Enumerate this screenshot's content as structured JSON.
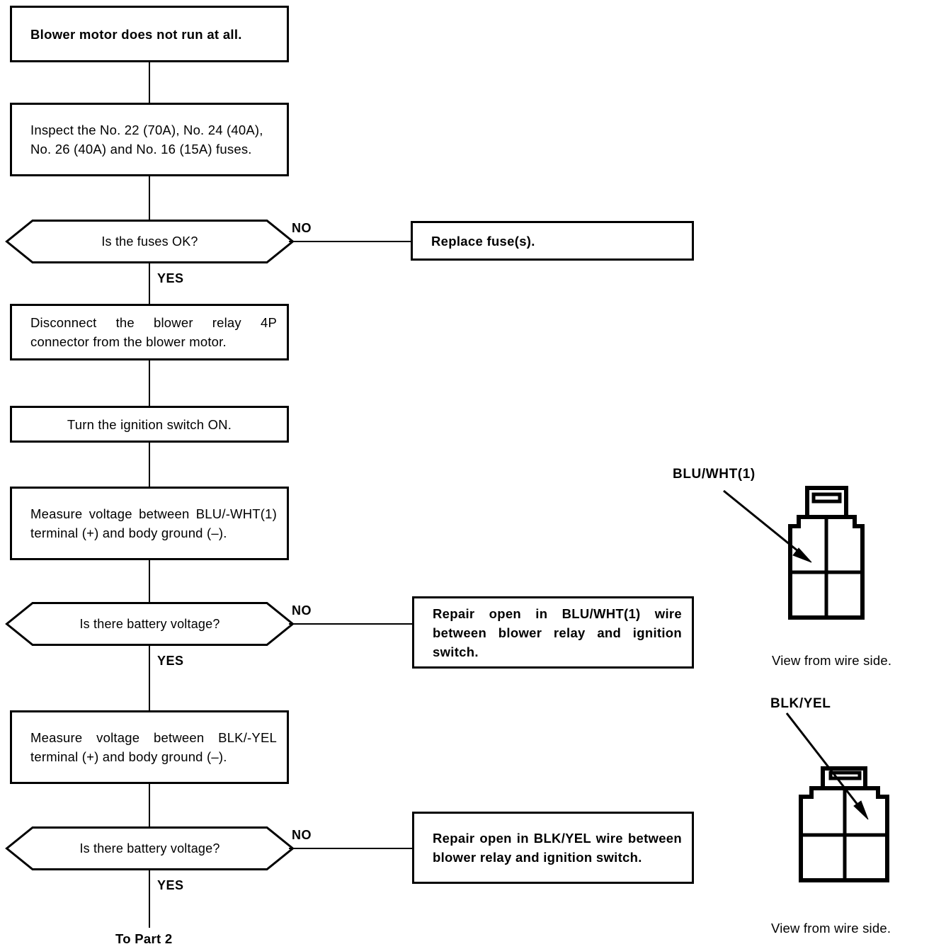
{
  "title": "Blower motor troubleshooting flowchart - Part 1",
  "flow": {
    "start": {
      "label": "Blower motor does not run at all.",
      "name": "symptom-box"
    },
    "steps": [
      {
        "id": "inspect-fuses",
        "label": "Inspect the No. 22 (70A), No. 24 (40A), No. 26 (40A) and No. 16 (15A) fuses."
      },
      {
        "id": "disconnect-connector",
        "label": "Disconnect the blower relay 4P connector from the blower motor."
      },
      {
        "id": "ignition-on",
        "label": "Turn the ignition switch ON."
      },
      {
        "id": "measure-blu-wht",
        "label": "Measure voltage between BLU/-WHT(1) terminal (+) and body ground (–)."
      },
      {
        "id": "measure-blk-yel",
        "label": "Measure voltage between BLK/-YEL terminal (+) and body ground (–)."
      }
    ],
    "decisions": [
      {
        "id": "fuses-ok",
        "question": "Is the fuses OK?",
        "no_label": "NO",
        "yes_label": "YES"
      },
      {
        "id": "battery-voltage-1",
        "question": "Is there battery voltage?",
        "no_label": "NO",
        "yes_label": "YES"
      },
      {
        "id": "battery-voltage-2",
        "question": "Is there battery voltage?",
        "no_label": "NO",
        "yes_label": "YES"
      }
    ],
    "outcomes": [
      {
        "id": "replace-fuses",
        "label": "Replace fuse(s)."
      },
      {
        "id": "repair-blu-wht",
        "label": "Repair open in BLU/WHT(1) wire between blower relay and ignition switch."
      },
      {
        "id": "repair-blk-yel",
        "label": "Repair open in BLK/YEL wire between blower relay and ignition switch."
      }
    ],
    "end": {
      "label": "To Part 2"
    }
  },
  "connectors": [
    {
      "id": "connector-blu-wht",
      "wire_label": "BLU/WHT(1)",
      "caption": "View from wire side.",
      "pin_count": 4,
      "highlighted_cell": "upper-left"
    },
    {
      "id": "connector-blk-yel",
      "wire_label": "BLK/YEL",
      "caption": "View from wire side.",
      "pin_count": 4,
      "highlighted_cell": "upper-right"
    }
  ],
  "colors": {
    "ink": "#000000",
    "paper": "#ffffff"
  }
}
